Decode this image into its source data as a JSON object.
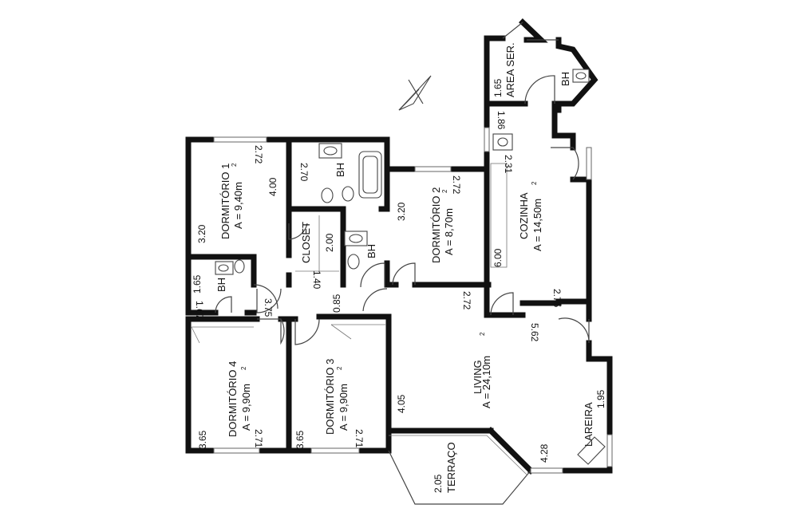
{
  "rooms": {
    "dorm1": {
      "name": "DORMITÓRIO 1",
      "area": "A = 9,40m",
      "sup": "2"
    },
    "dorm2": {
      "name": "DORMITÓRIO 2",
      "area": "A = 8,70m",
      "sup": "2"
    },
    "dorm3": {
      "name": "DORMITÓRIO 3",
      "area": "A = 9,90m",
      "sup": "2"
    },
    "dorm4": {
      "name": "DORMITÓRIO 4",
      "area": "A = 9,90m",
      "sup": "2"
    },
    "cozinha": {
      "name": "COZINHA",
      "area": "A = 14,50m",
      "sup": "2"
    },
    "living": {
      "name": "LIVING",
      "area": "A = 24,10m",
      "sup": "2"
    },
    "closet": {
      "name": "CLOSET"
    },
    "area_ser": {
      "name": "AREA SER."
    },
    "terraco": {
      "name": "TERRAÇO"
    },
    "lareira": {
      "name": "LAREIRA"
    },
    "bh": "BH"
  },
  "dimensions": {
    "dorm1_w": "2.72",
    "dorm1_h": "4.00",
    "dorm1_side": "3.20",
    "bh_top_w": "2.70",
    "closet_h": "2.00",
    "closet_w": "1.40",
    "dorm2_w": "2.72",
    "dorm2_h": "3.20",
    "dorm2_bottom": "2.72",
    "area_ser_h": "1.65",
    "area_ser_w": "1.86",
    "cozinha_w": "2.31",
    "cozinha_h": "6.00",
    "cozinha_bottom": "2.75",
    "bh_small_h": "1.65",
    "bh_small_w": "1.67",
    "hall_w": "3.75",
    "hall_small": "0.85",
    "dorm4_h": "3.65",
    "dorm4_w": "2.71",
    "dorm3_h": "3.65",
    "dorm3_w": "2.71",
    "living_w": "5.62",
    "living_h": "4.05",
    "terraco_h": "2.05",
    "lareira_h": "1.95",
    "lareira_w": "4.28"
  }
}
